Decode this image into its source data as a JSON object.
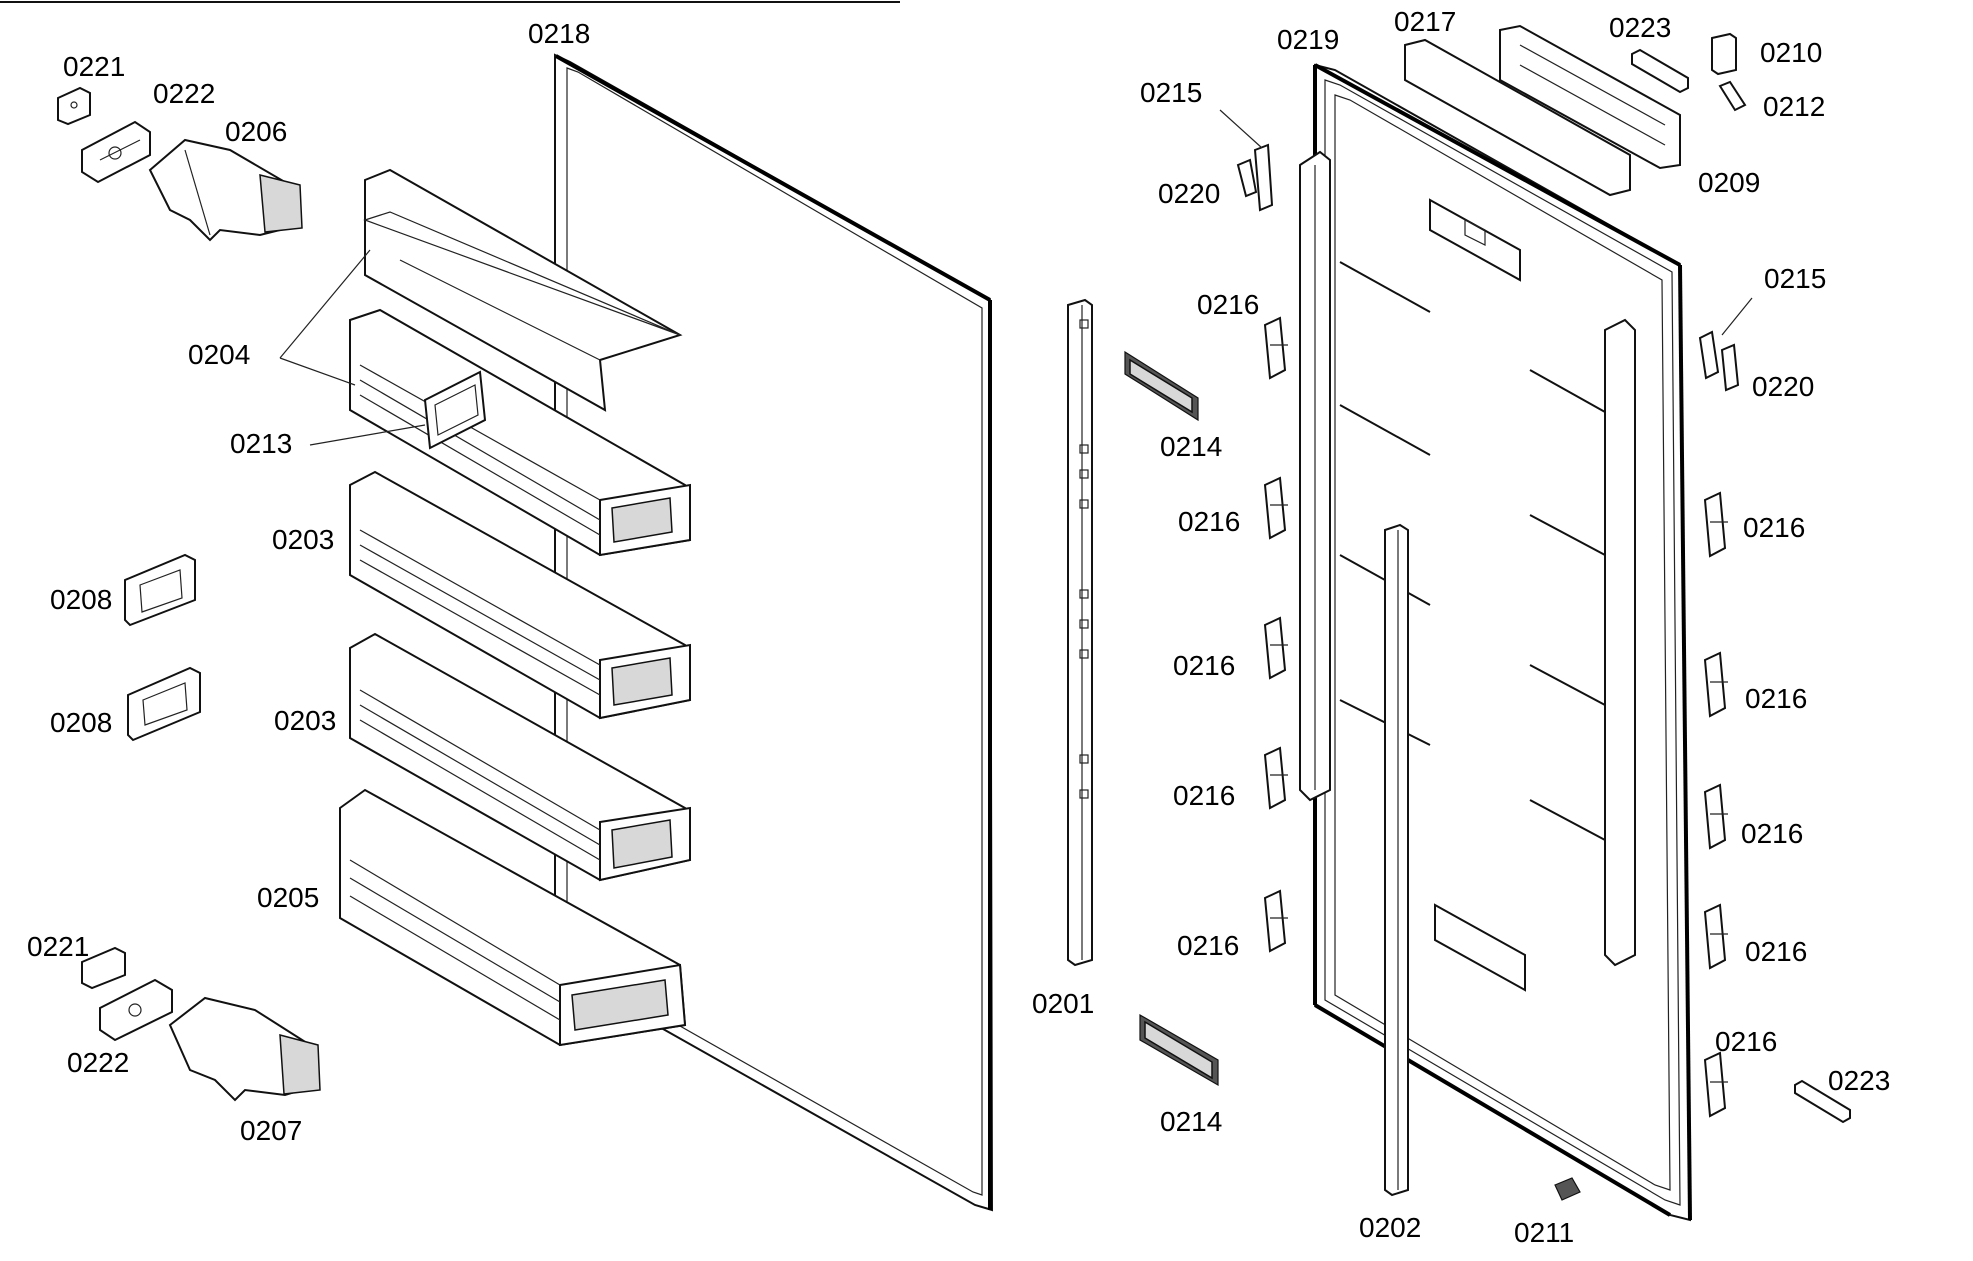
{
  "labels": {
    "0218": "0218",
    "0221_top": "0221",
    "0222_top": "0222",
    "0206": "0206",
    "0204": "0204",
    "0213": "0213",
    "0203_a": "0203",
    "0208_a": "0208",
    "0208_b": "0208",
    "0203_b": "0203",
    "0205": "0205",
    "0221_bot": "0221",
    "0222_bot": "0222",
    "0207": "0207",
    "0201": "0201",
    "0214_top": "0214",
    "0214_bot": "0214",
    "0215_left": "0215",
    "0220_left": "0220",
    "0216_l1": "0216",
    "0216_l2": "0216",
    "0216_l3": "0216",
    "0216_l4": "0216",
    "0216_l5": "0216",
    "0219": "0219",
    "0217": "0217",
    "0223_top": "0223",
    "0210": "0210",
    "0212": "0212",
    "0209": "0209",
    "0215_right": "0215",
    "0220_right": "0220",
    "0216_r1": "0216",
    "0216_r2": "0216",
    "0216_r3": "0216",
    "0216_r4": "0216",
    "0216_r5": "0216",
    "0223_bot": "0223",
    "0202": "0202",
    "0211": "0211"
  }
}
